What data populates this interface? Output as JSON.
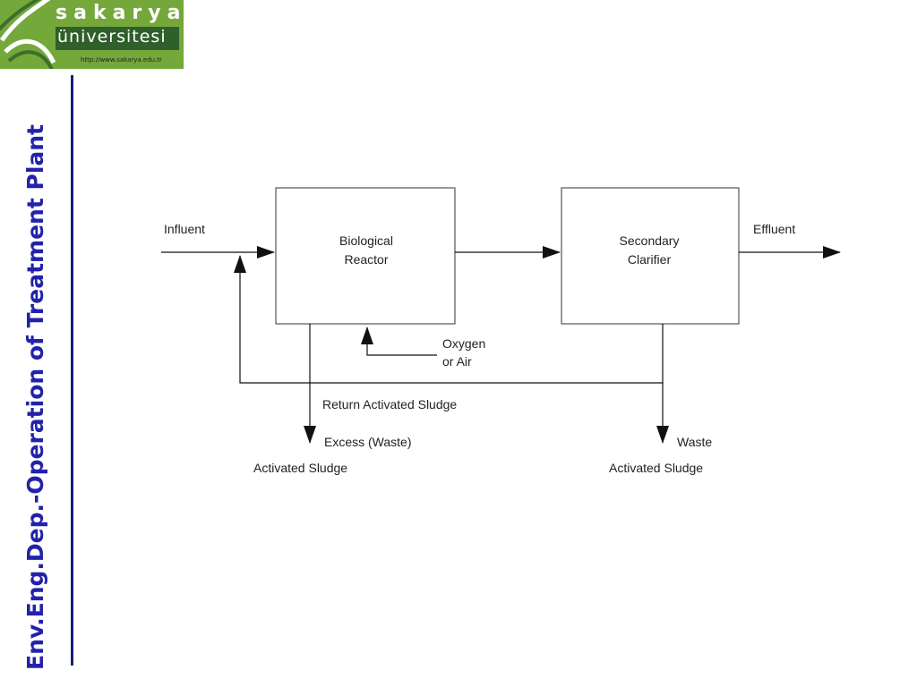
{
  "logo": {
    "name": "sakarya",
    "subtitle": "üniversitesi",
    "url": "http://www.sakarya.edu.tr"
  },
  "side_title": "Env.Eng.Dep.-Operation of Treatment Plant",
  "diagram": {
    "influent": "Influent",
    "reactor_line1": "Biological",
    "reactor_line2": "Reactor",
    "clarifier_line1": "Secondary",
    "clarifier_line2": "Clarifier",
    "effluent": "Effluent",
    "oxygen_line1": "Oxygen",
    "oxygen_line2": "or Air",
    "return_sludge": "Return Activated Sludge",
    "excess_line1": "Excess (Waste)",
    "excess_line2": "Activated Sludge",
    "waste_line1": "Waste",
    "waste_line2": "Activated Sludge"
  },
  "colors": {
    "logo_bg": "#74a83a",
    "title": "#2222aa",
    "rule": "#1a1f7a"
  }
}
